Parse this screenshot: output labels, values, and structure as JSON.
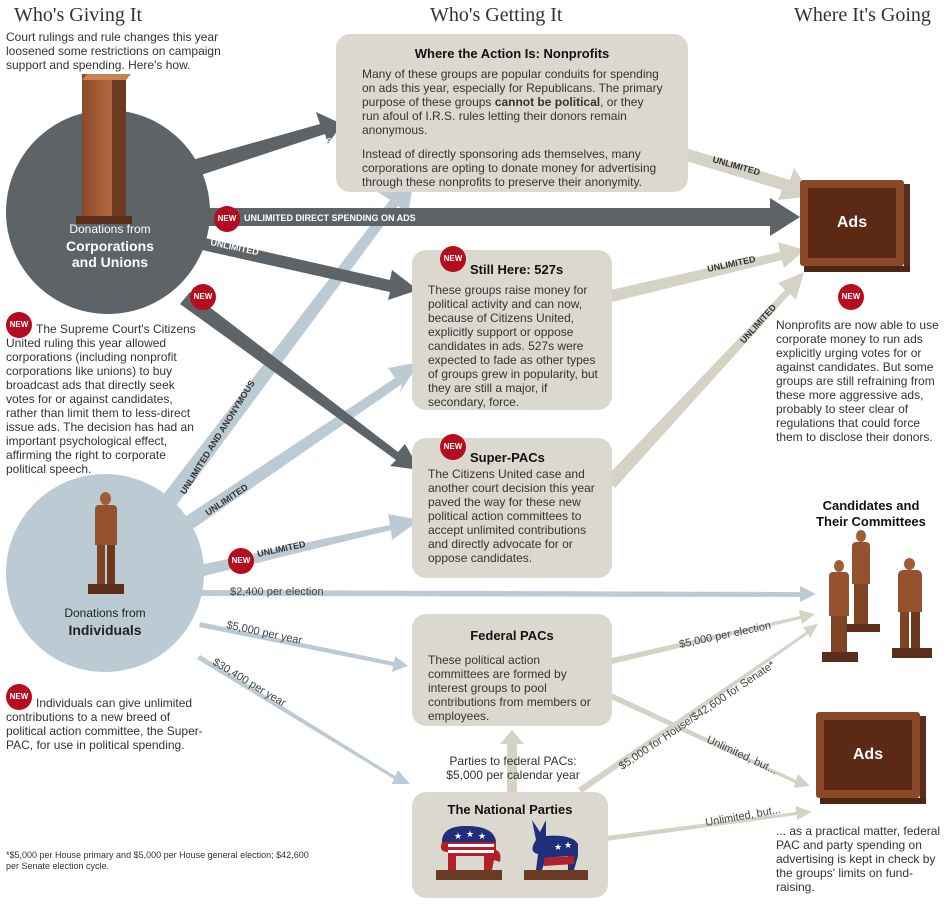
{
  "headers": {
    "giving": "Who's Giving It",
    "getting": "Who's Getting It",
    "going": "Where It's Going"
  },
  "intro": "Court rulings and rule changes this year loosened some restrictions on campaign support and spending. Here's how.",
  "badge": "NEW",
  "corporations": {
    "line1": "Donations from",
    "line2": "Corporations",
    "line3": "and Unions",
    "note": "The Supreme Court's Citizens United ruling this year allowed corporations (including nonprofit corporations like unions) to buy broadcast ads that directly seek votes for or against candidates, rather than limit them to less-direct issue ads. The decision has had an important psychological effect, affirming the right to corporate political speech."
  },
  "individuals": {
    "line1": "Donations from",
    "line2": "Individuals",
    "note": "Individuals can give unlimited contributions to a new breed of political action committee, the Super-PAC, for use in political spending."
  },
  "footnote": "*$5,000 per House primary and $5,000 per House general election; $42,600 per Senate election cycle.",
  "nonprofits": {
    "title": "Where the Action Is: Nonprofits",
    "p1a": "Many of these groups are popular conduits for spending on ads this year, especially for Republicans. The primary purpose of these groups ",
    "p1b": "cannot be political",
    "p1c": ", or they run afoul of I.R.S. rules letting their donors remain anonymous.",
    "p2": "Instead of directly sponsoring ads themselves, many corporations are opting to donate money for advertising through these nonprofits to preserve their anonymity."
  },
  "s527": {
    "title": "Still Here: 527s",
    "body": "These groups raise money for political activity and can now, because of Citizens United, explicitly support or oppose candidates in ads. 527s were expected to fade as other types of groups grew in popularity, but they are still a major, if secondary, force."
  },
  "superpac": {
    "title": "Super-PACs",
    "body": "The Citizens United case and another court decision this year paved the way for these new political action committees to accept unlimited contributions and directly advocate for or oppose candidates."
  },
  "federalpac": {
    "title": "Federal PACs",
    "body": "These political action committees are formed by interest groups to pool contributions from members or employees."
  },
  "parties": {
    "title": "The National Parties",
    "to_pacs_1": "Parties to federal PACs:",
    "to_pacs_2": "$5,000 per calendar year"
  },
  "ads1": {
    "label": "Ads",
    "note": "Nonprofits are now able to use corporate money to run ads explicitly urging votes for or against candidates. But some groups are still refraining from these more aggressive ads, probably to steer clear of regulations that could force them to disclose their donors."
  },
  "candidates": {
    "title1": "Candidates and",
    "title2": "Their Committees"
  },
  "ads2": {
    "label": "Ads",
    "note": "... as a practical matter, federal PAC and party spending on advertising is kept in check by the groups' limits on fund-raising."
  },
  "arrows": {
    "corp_nonprofit": "UNLIMITED AND ANONYMOUS",
    "corp_ads": "UNLIMITED DIRECT SPENDING ON ADS",
    "corp_527": "UNLIMITED",
    "corp_superpac": "UNLIMITED",
    "indiv_nonprofit": "UNLIMITED AND ANONYMOUS",
    "indiv_527": "UNLIMITED",
    "indiv_superpac": "UNLIMITED",
    "nonprofit_ads": "UNLIMITED",
    "s527_ads": "UNLIMITED",
    "superpac_ads": "UNLIMITED",
    "indiv_candidates": "$2,400 per election",
    "indiv_fedpac": "$5,000 per year",
    "indiv_parties": "$30,400 per year",
    "fedpac_candidates": "$5,000 per election",
    "parties_candidates": "$5,000 for House/$42,600 for Senate*",
    "fedpac_ads": "Unlimited, but...",
    "parties_ads": "Unlimited, but..."
  }
}
